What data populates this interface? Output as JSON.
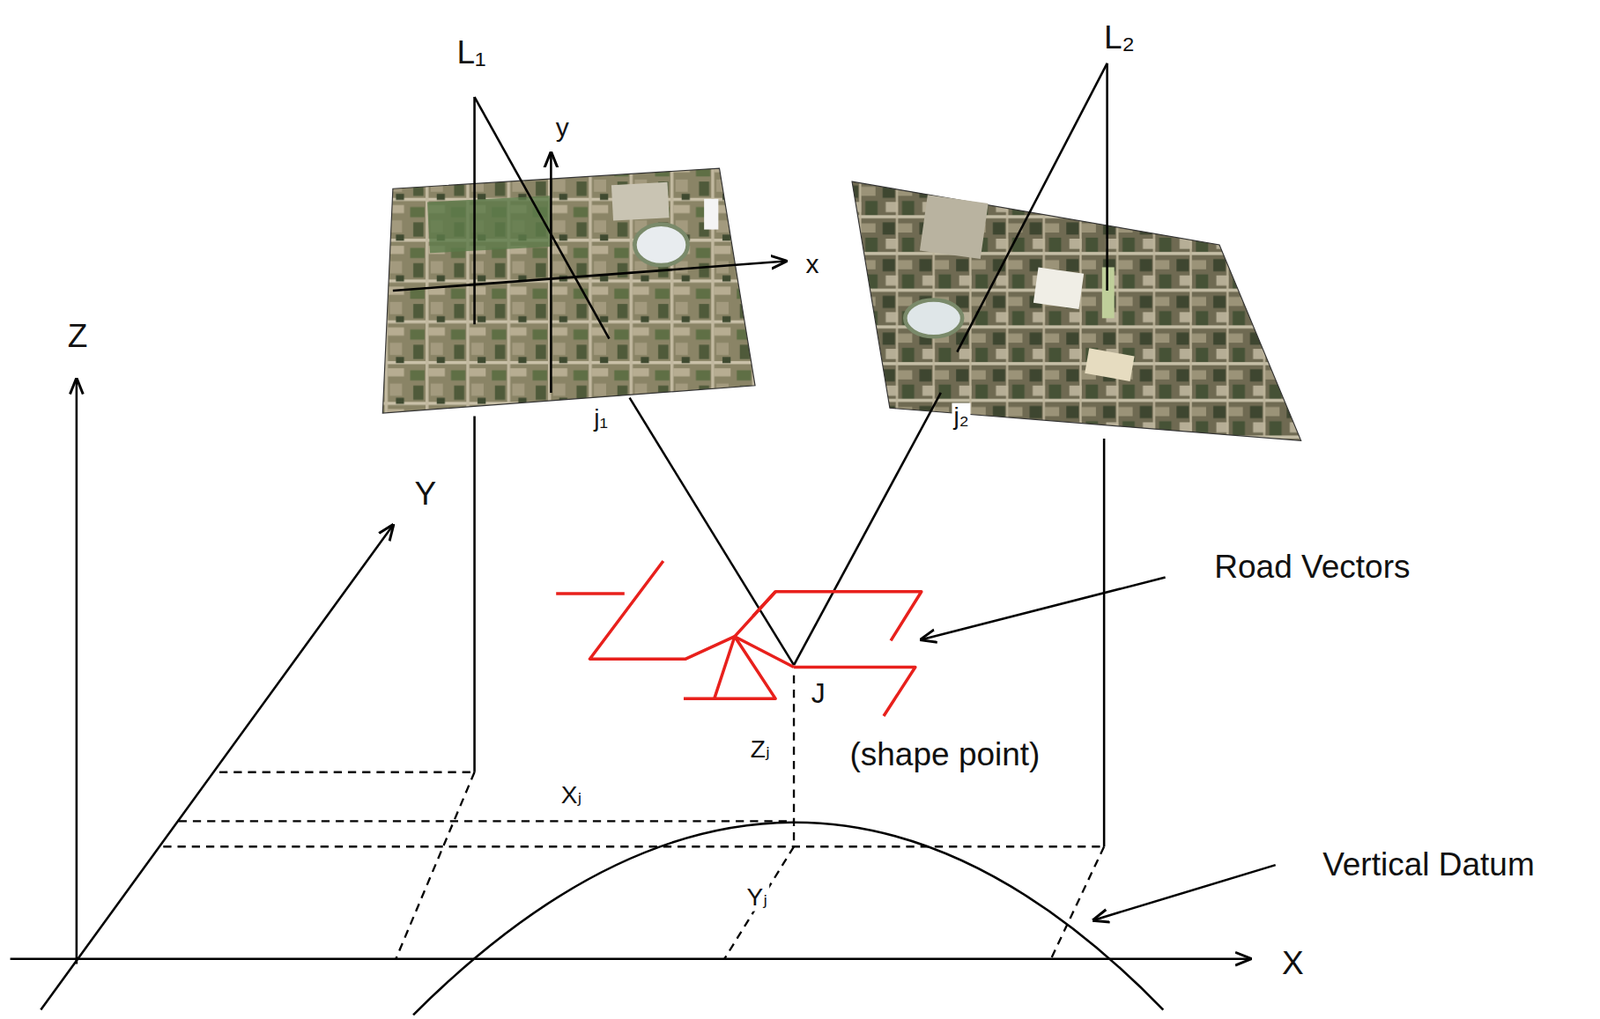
{
  "diagram": {
    "labels": [
      "L₁",
      "L₂",
      "y",
      "x",
      "Z",
      "Y",
      "j₁",
      "j₂",
      "Road Vectors",
      "J",
      "(shape point)",
      "Zⱼ",
      "Xⱼ",
      "Yⱼ",
      "Vertical Datum",
      "X"
    ]
  }
}
